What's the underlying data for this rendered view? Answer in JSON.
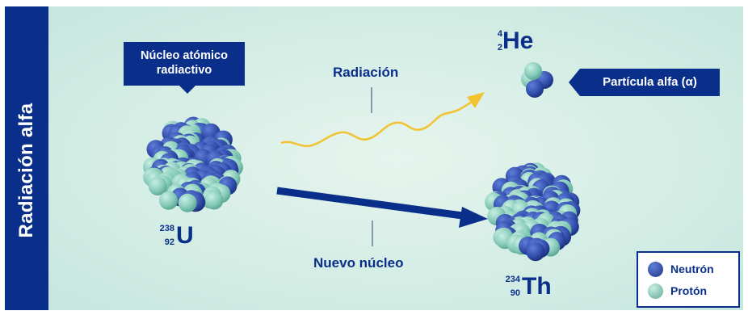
{
  "title": "Radiación alfa",
  "callouts": {
    "nucleus": "Núcleo atómico radiactivo",
    "alpha": "Partícula alfa (α)"
  },
  "labels": {
    "radiation": "Radiación",
    "new_nucleus": "Nuevo núcleo"
  },
  "isotopes": {
    "helium": {
      "mass": "4",
      "number": "2",
      "symbol": "He"
    },
    "uranium": {
      "mass": "238",
      "number": "92",
      "symbol": "U"
    },
    "thorium": {
      "mass": "234",
      "number": "90",
      "symbol": "Th"
    }
  },
  "legend": {
    "neutron": "Neutrón",
    "proton": "Protón"
  },
  "colors": {
    "neutron": "#3554b8",
    "proton": "#8fd3c0",
    "accent": "#0a2f8a",
    "radiation_wave": "#f2c230",
    "background": "#cdebe2"
  }
}
